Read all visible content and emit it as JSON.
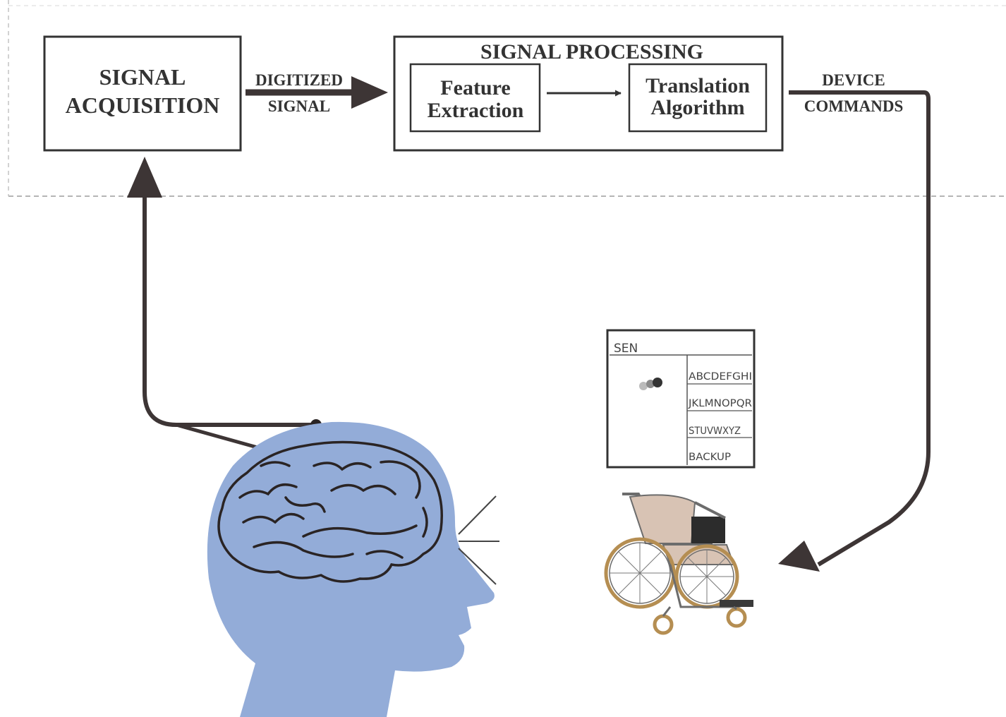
{
  "diagram": {
    "acquisition": {
      "line1": "SIGNAL",
      "line2": "ACQUISITION"
    },
    "digitized_signal": {
      "line1": "DIGITIZED",
      "line2": "SIGNAL"
    },
    "processing": {
      "title": "SIGNAL PROCESSING",
      "feature_extraction": {
        "line1": "Feature",
        "line2": "Extraction"
      },
      "translation_algorithm": {
        "line1": "Translation",
        "line2": "Algorithm"
      }
    },
    "device_commands": {
      "line1": "DEVICE",
      "line2": "COMMANDS"
    }
  },
  "speller_screen": {
    "typed_text": "SEN",
    "rows": [
      "ABCDEFGHI",
      "JKLMNOPQR",
      "STUVWXYZ",
      "BACKUP"
    ]
  },
  "colors": {
    "ink": "#333333",
    "arrow": "#3d3535",
    "head": "#93acd8",
    "brain_outline": "#2a2424",
    "dashed_border": "#bfbfbf",
    "wheelchair_seat": "#d8c3b4"
  },
  "icons": [
    "brain-icon",
    "head-silhouette",
    "wheelchair-icon",
    "eye-rays-icon"
  ]
}
